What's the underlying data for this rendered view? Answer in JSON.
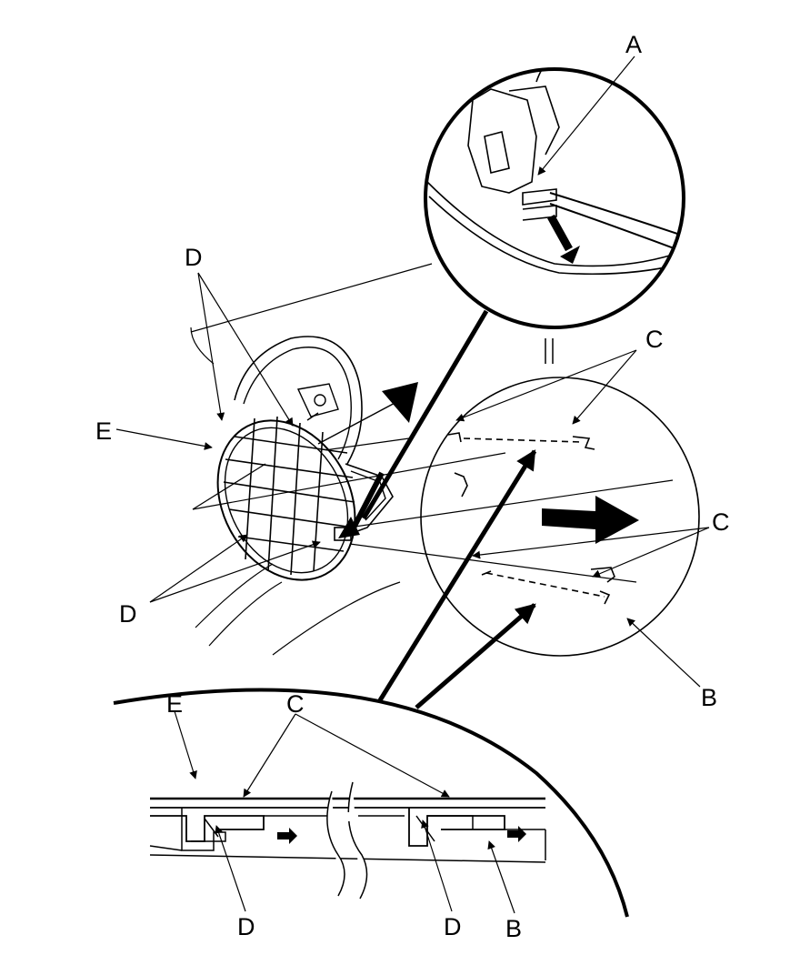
{
  "labels": {
    "a": "A",
    "b": "B",
    "c": "C",
    "d": "D",
    "e": "E"
  },
  "colors": {
    "ink": "#000000",
    "paper": "#ffffff"
  }
}
